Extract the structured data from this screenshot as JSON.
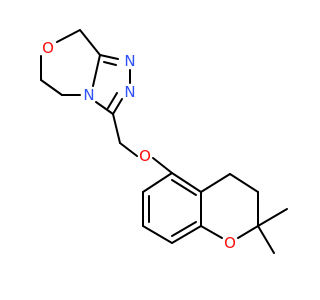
{
  "diagram": {
    "type": "chemical-structure",
    "atoms": {
      "o_morpholine": {
        "label": "O",
        "color": "#ff0d0d"
      },
      "n_ring": {
        "label": "N",
        "color": "#3050f8"
      },
      "n_top": {
        "label": "N",
        "color": "#3050f8"
      },
      "n_right": {
        "label": "N",
        "color": "#3050f8"
      },
      "o_ether": {
        "label": "O",
        "color": "#ff0d0d"
      },
      "o_chroman": {
        "label": "O",
        "color": "#ff0d0d"
      }
    }
  }
}
